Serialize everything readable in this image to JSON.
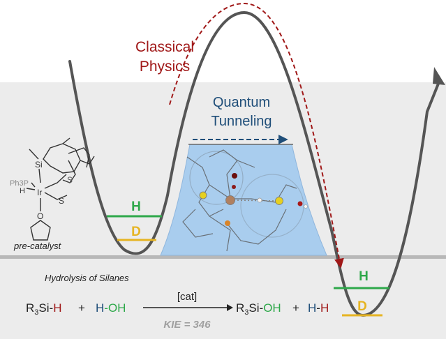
{
  "labels": {
    "classical_line1": "Classical",
    "classical_line2": "Physics",
    "quantum_line1": "Quantum",
    "quantum_line2": "Tunneling",
    "h_left": "H",
    "d_left": "D",
    "h_right": "H",
    "d_right": "D",
    "pre_catalyst": "pre-catalyst",
    "hydrolysis": "Hydrolysis of Silanes",
    "cat": "[cat]",
    "kie": "KIE = 346"
  },
  "catalyst": {
    "si": "Si",
    "ir": "Ir",
    "s1": "S",
    "s2": "S",
    "o": "O",
    "ph3p": "Ph3P",
    "h": "H"
  },
  "equation": {
    "r3": "R",
    "sub3a": "3",
    "si_a": "Si-",
    "h_a": "H",
    "plus1": "+",
    "h_b": "H",
    "oh_b": "-OH",
    "r3b": "R",
    "sub3b": "3",
    "si_b": "Si-",
    "oh_c": "OH",
    "plus2": "+",
    "h_c": "H",
    "dash": "-",
    "h_d": "H"
  },
  "colors": {
    "classical": "#a01818",
    "quantum": "#1f4e79",
    "h_level": "#2ea84a",
    "d_level": "#e6b422",
    "tunnel_fill": "#a9cdee",
    "curve": "#555555",
    "panel": "#ececec"
  }
}
